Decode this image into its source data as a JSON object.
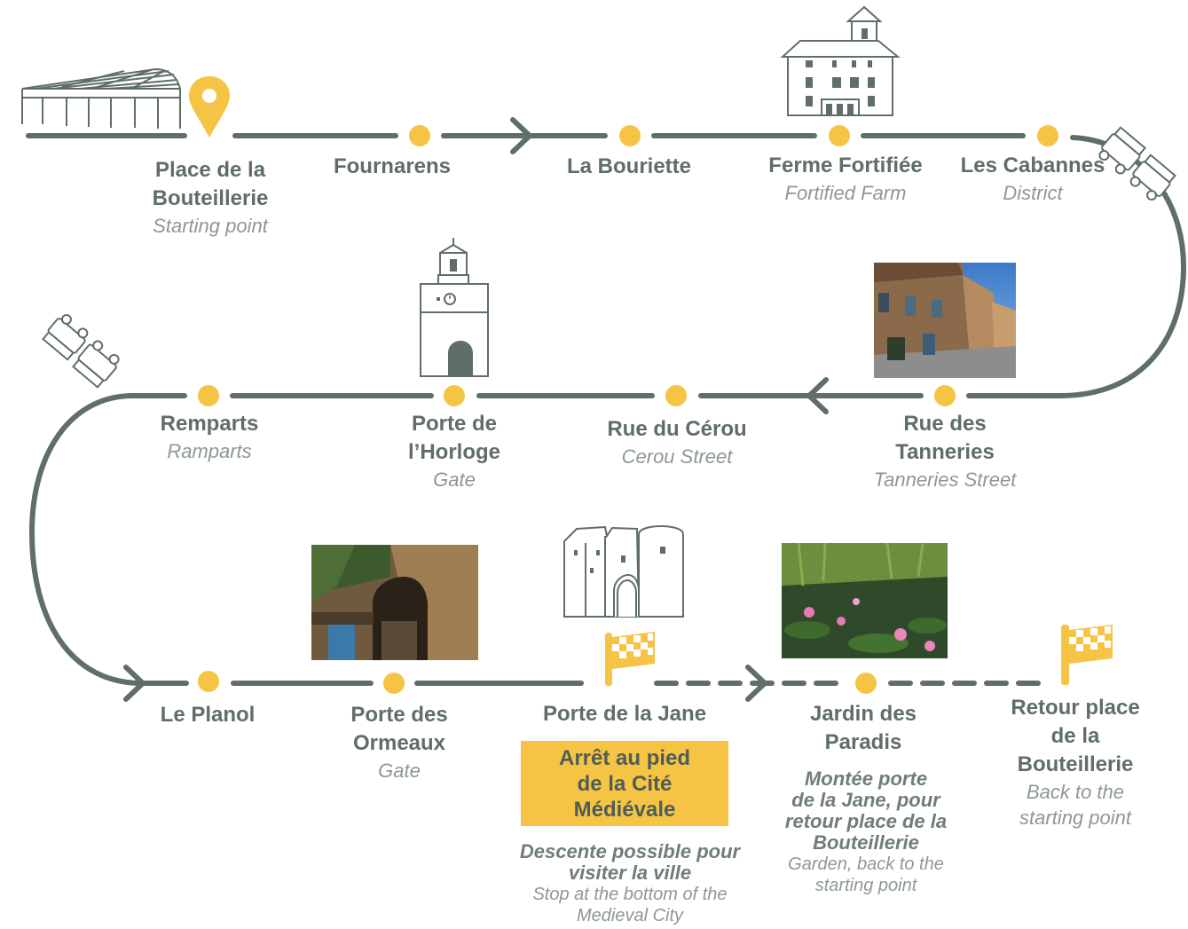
{
  "colors": {
    "route": "#5f6e69",
    "dot": "#f6c445",
    "highlight": "#f6c445"
  },
  "row1": [
    {
      "name": "Place de la Bouteillerie",
      "lines": [
        "Place de la",
        "Bouteillerie"
      ],
      "sub": "Starting point",
      "marker": "location-pin"
    },
    {
      "name": "Fournarens",
      "sub": ""
    },
    {
      "name": "La Bouriette",
      "sub": ""
    },
    {
      "name": "Ferme Fortifiée",
      "sub": "Fortified Farm"
    },
    {
      "name": "Les Cabannes",
      "sub": "District"
    }
  ],
  "row2": [
    {
      "name": "Rue des Tanneries",
      "lines": [
        "Rue des",
        "Tanneries"
      ],
      "sub": "Tanneries Street"
    },
    {
      "name": "Rue du Cérou",
      "sub": "Cerou Street"
    },
    {
      "name": "Porte de l’Horloge",
      "lines": [
        "Porte de",
        "l’Horloge"
      ],
      "sub": "Gate"
    },
    {
      "name": "Remparts",
      "sub": "Ramparts"
    }
  ],
  "row3": [
    {
      "name": "Le Planol",
      "sub": ""
    },
    {
      "name": "Porte des Ormeaux",
      "lines": [
        "Porte des",
        "Ormeaux"
      ],
      "sub": "Gate"
    },
    {
      "name": "Porte de la Jane",
      "sub": "",
      "marker": "checkered-flag"
    },
    {
      "name": "Jardin des Paradis",
      "lines": [
        "Jardin des",
        "Paradis"
      ],
      "sub": ""
    },
    {
      "name": "Retour place de la Bouteillerie",
      "lines": [
        "Retour place",
        "de la",
        "Bouteillerie"
      ],
      "sub_lines": [
        "Back to the",
        "starting point"
      ],
      "marker": "checkered-flag"
    }
  ],
  "highlight": {
    "lines": [
      "Arrêt au pied",
      "de la Cité",
      "Médiévale"
    ]
  },
  "notes": {
    "jane": {
      "fr": [
        "Descente possible pour",
        "visiter la ville"
      ],
      "en": [
        "Stop at the bottom of the",
        "Medieval City"
      ]
    },
    "jardin": {
      "fr": [
        "Montée porte",
        "de la Jane, pour",
        "retour place de la",
        "Bouteillerie"
      ],
      "en": [
        "Garden, back to the",
        "starting point"
      ]
    }
  },
  "icons": [
    "market-hall-icon",
    "fortified-farm-icon",
    "clock-tower-icon",
    "gate-towers-icon",
    "tourist-train-icon"
  ],
  "photos": [
    "tanneries-street-photo",
    "porte-des-ormeaux-photo",
    "jardin-des-paradis-photo"
  ]
}
